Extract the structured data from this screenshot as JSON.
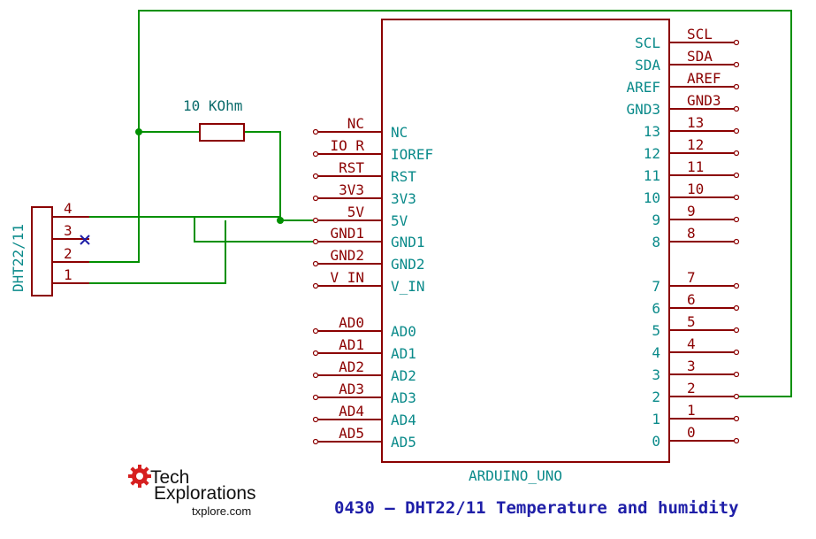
{
  "title": "0430 – DHT22/11 Temperature and humidity",
  "colors": {
    "wire": "#009000",
    "pin": "#8b0000",
    "part": "#8b0000",
    "text_teal": "#0a8a8a",
    "title": "#1f1fa8",
    "noconnect": "#1f1fa8"
  },
  "resistor": {
    "value": "10 KOhm"
  },
  "sensor": {
    "ref": "DHT22/11",
    "pins": [
      "4",
      "3",
      "2",
      "1"
    ]
  },
  "arduino": {
    "ref": "ARDUINO_UNO",
    "left": [
      {
        "ext": "NC",
        "int": "NC"
      },
      {
        "ext": "IO_R",
        "int": "IOREF"
      },
      {
        "ext": "RST",
        "int": "RST"
      },
      {
        "ext": "3V3",
        "int": "3V3"
      },
      {
        "ext": "5V",
        "int": "5V"
      },
      {
        "ext": "GND1",
        "int": "GND1"
      },
      {
        "ext": "GND2",
        "int": "GND2"
      },
      {
        "ext": "V_IN",
        "int": "V_IN"
      },
      {
        "ext": "AD0",
        "int": "AD0"
      },
      {
        "ext": "AD1",
        "int": "AD1"
      },
      {
        "ext": "AD2",
        "int": "AD2"
      },
      {
        "ext": "AD3",
        "int": "AD3"
      },
      {
        "ext": "AD4",
        "int": "AD4"
      },
      {
        "ext": "AD5",
        "int": "AD5"
      }
    ],
    "right": [
      {
        "ext": "SCL",
        "int": "SCL"
      },
      {
        "ext": "SDA",
        "int": "SDA"
      },
      {
        "ext": "AREF",
        "int": "AREF"
      },
      {
        "ext": "GND3",
        "int": "GND3"
      },
      {
        "ext": "13",
        "int": "13"
      },
      {
        "ext": "12",
        "int": "12"
      },
      {
        "ext": "11",
        "int": "11"
      },
      {
        "ext": "10",
        "int": "10"
      },
      {
        "ext": "9",
        "int": "9"
      },
      {
        "ext": "8",
        "int": "8"
      },
      {
        "ext": "7",
        "int": "7"
      },
      {
        "ext": "6",
        "int": "6"
      },
      {
        "ext": "5",
        "int": "5"
      },
      {
        "ext": "4",
        "int": "4"
      },
      {
        "ext": "3",
        "int": "3"
      },
      {
        "ext": "2",
        "int": "2"
      },
      {
        "ext": "1",
        "int": "1"
      },
      {
        "ext": "0",
        "int": "0"
      }
    ]
  },
  "logo": {
    "line1": "Tech",
    "line2": "Explorations",
    "url": "txplore.com"
  }
}
